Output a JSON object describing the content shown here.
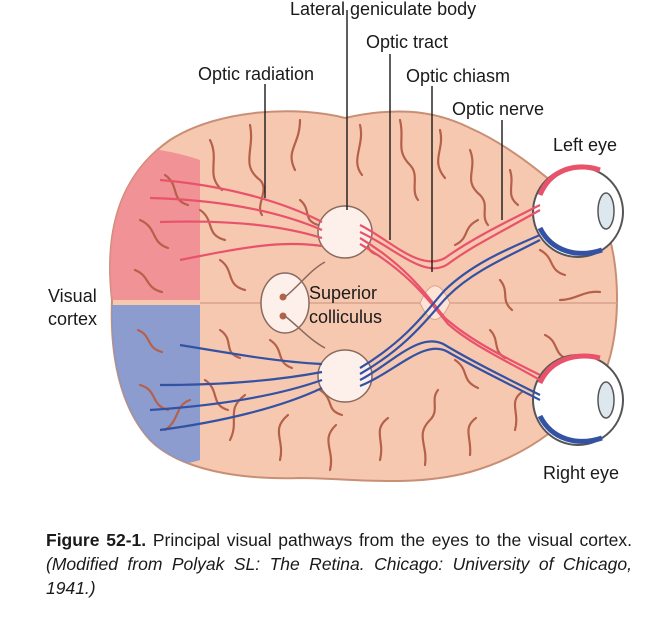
{
  "labels": {
    "lateral_geniculate_body": "Lateral geniculate body",
    "optic_tract": "Optic tract",
    "optic_radiation": "Optic radiation",
    "optic_chiasm": "Optic chiasm",
    "optic_nerve": "Optic nerve",
    "left_eye": "Left eye",
    "right_eye": "Right eye",
    "visual_cortex_1": "Visual",
    "visual_cortex_2": "cortex",
    "superior_colliculus_1": "Superior",
    "superior_colliculus_2": "colliculus"
  },
  "caption": {
    "figure_number": "Figure 52-1.",
    "text": " Principal visual pathways from the eyes to the visual cortex. ",
    "source": "(Modified from Polyak SL: The Retina. Chicago: University of Chicago, 1941.)"
  },
  "colors": {
    "brain": "#f7c8b0",
    "brain_outline": "#c98f74",
    "sulcus": "#b5614a",
    "cortex_red": "#ee8c93",
    "cortex_blue": "#7f97d3",
    "pathway_red": "#e8536b",
    "pathway_blue": "#3452a4"
  }
}
